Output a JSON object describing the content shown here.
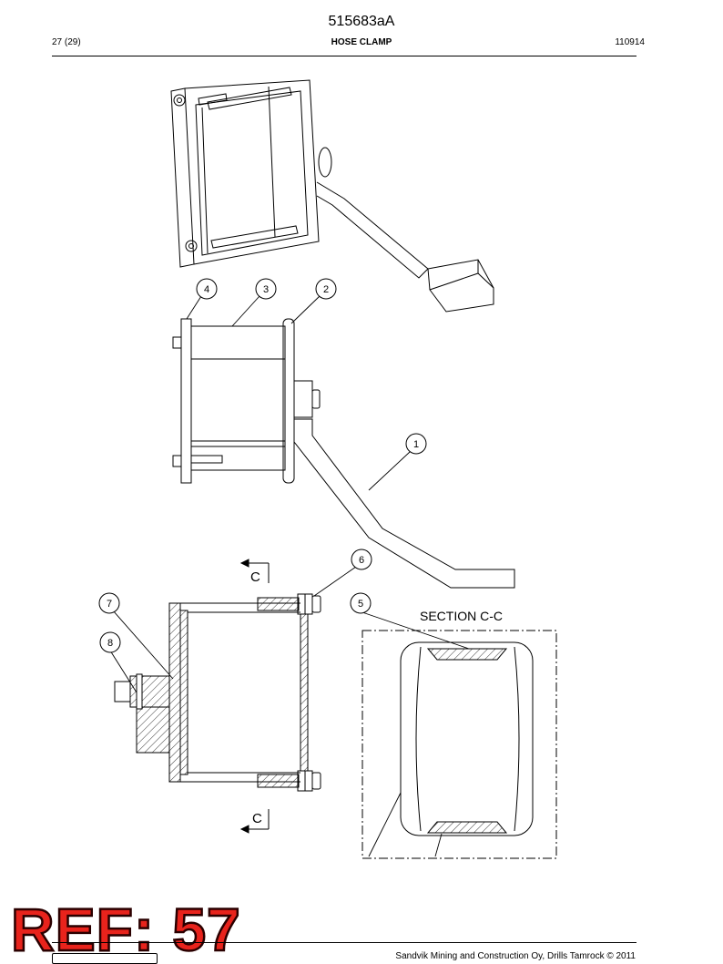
{
  "header": {
    "doc_id": "515683aA",
    "page": "27 (29)",
    "title": "HOSE CLAMP",
    "date_code": "110914"
  },
  "drawing": {
    "callouts": [
      "1",
      "2",
      "3",
      "4",
      "5",
      "6",
      "7",
      "8"
    ],
    "section_marker": "C",
    "section_title": "SECTION  C-C"
  },
  "stamp": {
    "text": "REF: 57"
  },
  "footer": {
    "copyright": "Sandvik Mining and Construction Oy, Drills Tamrock © 2011"
  }
}
